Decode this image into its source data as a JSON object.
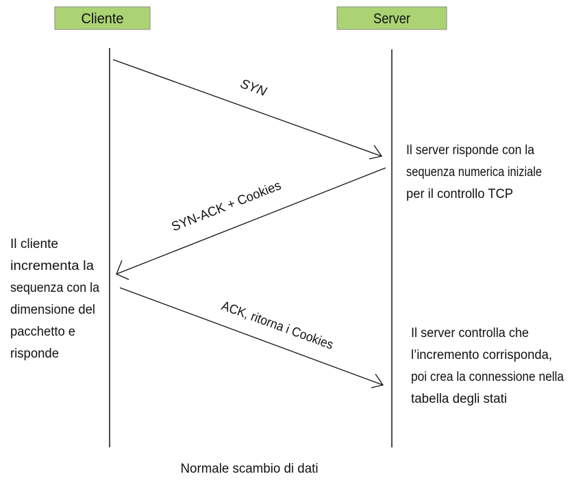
{
  "participants": {
    "client": "Cliente",
    "server": "Server",
    "box_color": "#abd373"
  },
  "messages": {
    "syn": "SYN",
    "syn_ack": "SYN-ACK + Cookies",
    "ack": "ACK, ritorna i Cookies"
  },
  "notes": {
    "server_1": [
      "Il server risponde con la",
      "sequenza numerica iniziale",
      "per il controllo TCP"
    ],
    "client_1": [
      "Il cliente",
      "incrementa la",
      "sequenza con la",
      "dimensione del",
      "pacchetto e",
      "risponde"
    ],
    "server_2": [
      "Il server controlla che",
      "l’incremento corrisponda,",
      "poi crea la connessione nella",
      "tabella degli stati"
    ]
  },
  "footer": "Normale scambio di dati"
}
